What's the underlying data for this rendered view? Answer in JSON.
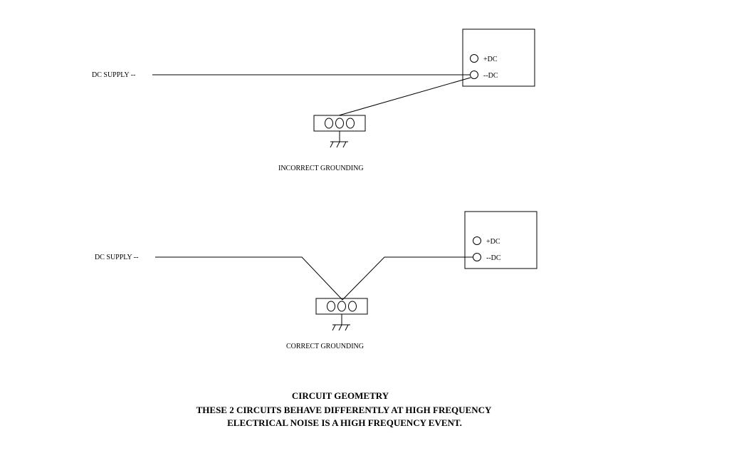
{
  "circuit_incorrect": {
    "supply_label": "DC SUPPLY --",
    "terminal_plus": "+DC",
    "terminal_minus": "--DC",
    "caption": "INCORRECT GROUNDING"
  },
  "circuit_correct": {
    "supply_label": "DC SUPPLY --",
    "terminal_plus": "+DC",
    "terminal_minus": "--DC",
    "caption": "CORRECT GROUNDING"
  },
  "footer": {
    "line1": "CIRCUIT GEOMETRY",
    "line2": "THESE 2 CIRCUITS BEHAVE DIFFERENTLY AT HIGH FREQUENCY",
    "line3": "ELECTRICAL NOISE IS A HIGH FREQUENCY EVENT."
  }
}
